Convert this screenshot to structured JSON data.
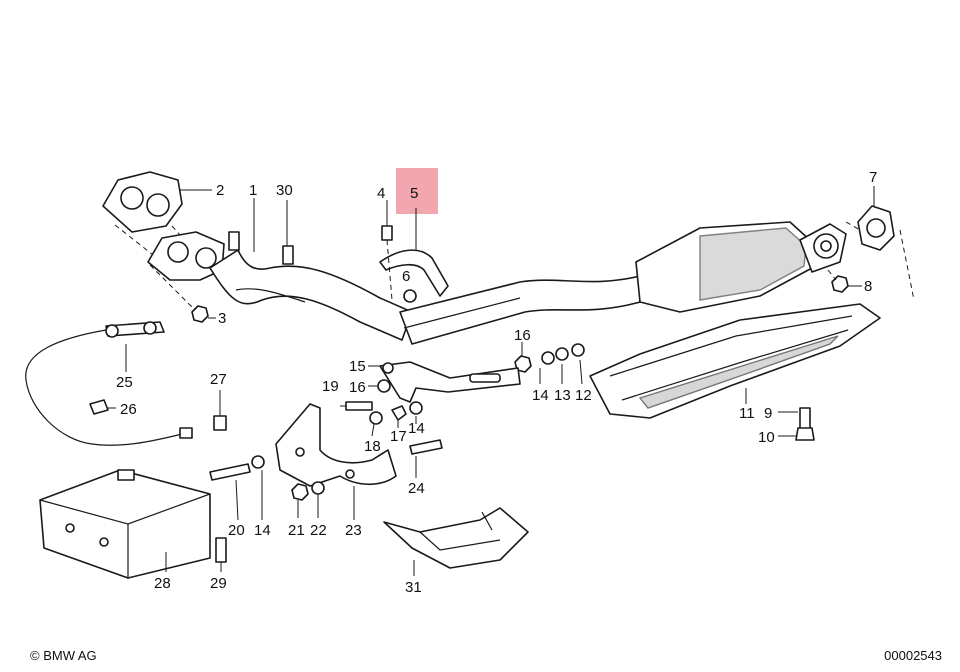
{
  "highlight_color": "#f2a7ae",
  "copyright": "© BMW AG",
  "document_number": "00002543",
  "callouts": {
    "c1": "1",
    "c2": "2",
    "c3": "3",
    "c4": "4",
    "c5": "5",
    "c6": "6",
    "c7": "7",
    "c8": "8",
    "c9": "9",
    "c10": "10",
    "c11": "11",
    "c12": "12",
    "c13": "13",
    "c14a": "14",
    "c14b": "14",
    "c14c": "14",
    "c15": "15",
    "c16a": "16",
    "c16b": "16",
    "c17": "17",
    "c18": "18",
    "c19": "19",
    "c20": "20",
    "c21": "21",
    "c22": "22",
    "c23": "23",
    "c24": "24",
    "c25": "25",
    "c26": "26",
    "c27": "27",
    "c28": "28",
    "c29": "29",
    "c30": "30",
    "c31": "31"
  }
}
